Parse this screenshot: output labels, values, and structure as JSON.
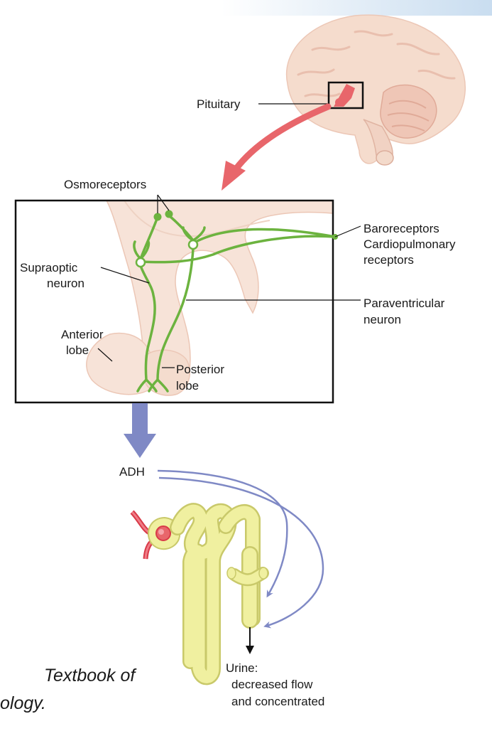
{
  "labels": {
    "pituitary": "Pituitary",
    "osmoreceptors": "Osmoreceptors",
    "baroreceptors": "Baroreceptors",
    "cardiopulmonary": "Cardiopulmonary",
    "receptors": "receptors",
    "supraoptic": "Supraoptic",
    "supraoptic_neuron": "neuron",
    "paraventricular": "Paraventricular",
    "paraventricular_neuron": "neuron",
    "anterior": "Anterior",
    "anterior_lobe": "lobe",
    "posterior": "Posterior",
    "posterior_lobe": "lobe",
    "adh": "ADH",
    "urine": "Urine:",
    "urine_line2": "decreased flow",
    "urine_line3": "and concentrated"
  },
  "caption": {
    "line1": "Textbook of",
    "line2": "ology."
  },
  "colors": {
    "neuron_green": "#6cb33f",
    "arrow_red": "#e8666b",
    "arrow_blue": "#7f89c5",
    "tubule_yellow": "#f0f0a0",
    "tissue_pink": "#f7e3d8",
    "vessel_red": "#d83a48"
  }
}
